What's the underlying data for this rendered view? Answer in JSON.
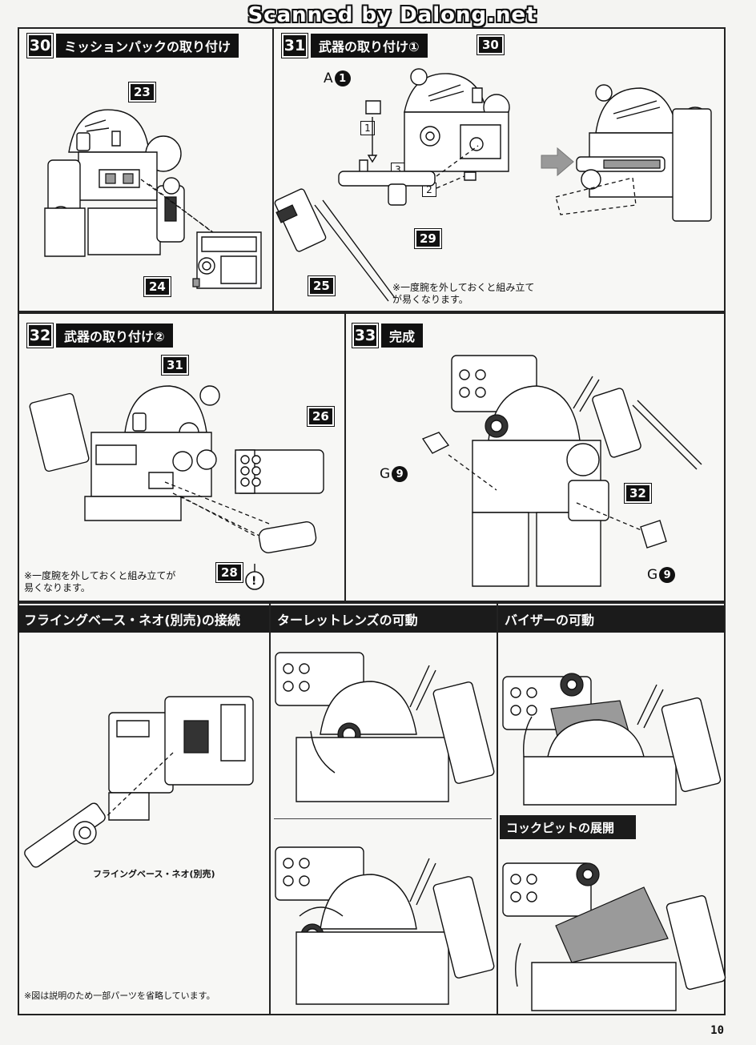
{
  "watermark": "Scanned by Dalong.net",
  "steps": [
    {
      "number": "30",
      "title": "ミッションパックの取り付け",
      "parts": [
        "23",
        "24"
      ]
    },
    {
      "number": "31",
      "title": "武器の取り付け①",
      "parts": [
        "30",
        "29",
        "25"
      ],
      "ref_label": "A",
      "ref_num": "1",
      "order": [
        "1",
        "2",
        "3"
      ],
      "note": "※一度腕を外しておくと組み立てが易くなります。"
    },
    {
      "number": "32",
      "title": "武器の取り付け②",
      "parts": [
        "31",
        "26",
        "28"
      ],
      "note": "※一度腕を外しておくと組み立てが易くなります。",
      "caution": "!"
    },
    {
      "number": "33",
      "title": "完成",
      "parts": [
        "32"
      ],
      "ref_label": "G",
      "ref_num": "9"
    }
  ],
  "sections": {
    "flying_base": {
      "title": "フライングベース・ネオ(別売)の接続",
      "caption": "フライングベース・ネオ(別売)",
      "note": "※図は説明のため一部パーツを省略しています。"
    },
    "turret_lens": {
      "title": "ターレットレンズの可動"
    },
    "visor": {
      "title": "バイザーの可動"
    },
    "cockpit": {
      "title": "コックピットの展開"
    }
  },
  "page_number": "10"
}
